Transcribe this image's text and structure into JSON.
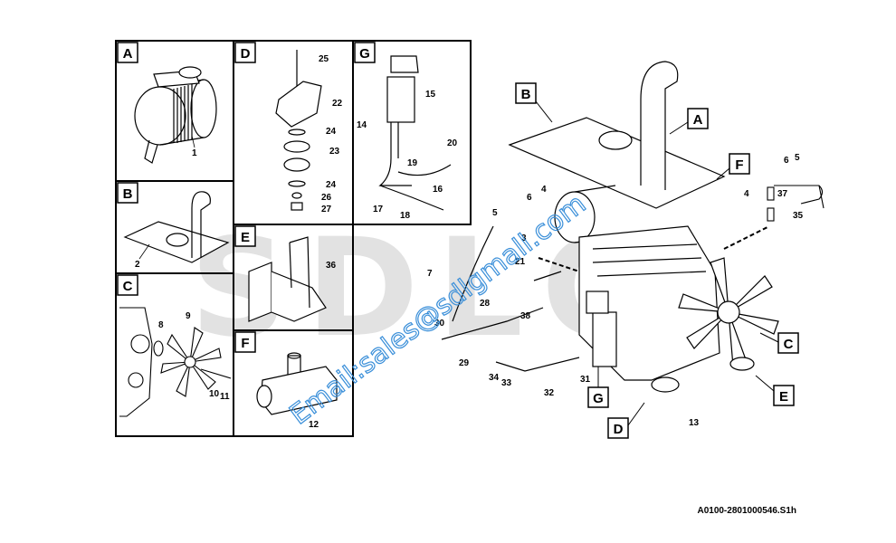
{
  "panels": [
    {
      "letter": "A",
      "parts": [
        "1"
      ]
    },
    {
      "letter": "B",
      "parts": [
        "2"
      ]
    },
    {
      "letter": "C",
      "parts": [
        "8",
        "9",
        "10",
        "11"
      ]
    },
    {
      "letter": "D",
      "parts": [
        "25",
        "22",
        "24",
        "23",
        "24",
        "26",
        "27"
      ]
    },
    {
      "letter": "E",
      "parts": [
        "36"
      ]
    },
    {
      "letter": "F",
      "parts": [
        "12"
      ]
    },
    {
      "letter": "G",
      "parts": [
        "15",
        "14",
        "20",
        "19",
        "16",
        "17",
        "18"
      ]
    }
  ],
  "main_callouts": {
    "letters": [
      "A",
      "B",
      "C",
      "D",
      "E",
      "F",
      "G"
    ],
    "parts": [
      "4",
      "5",
      "6",
      "37",
      "35",
      "5",
      "6",
      "3",
      "4",
      "7",
      "21",
      "28",
      "38",
      "30",
      "29",
      "34",
      "33",
      "32",
      "31",
      "13"
    ]
  },
  "watermark": {
    "email": "Email:sales@sdlgmall.com",
    "logo_letters": "SDLG",
    "color": "#3a8fd9"
  },
  "document_id": "A0100-2801000546.S1h"
}
